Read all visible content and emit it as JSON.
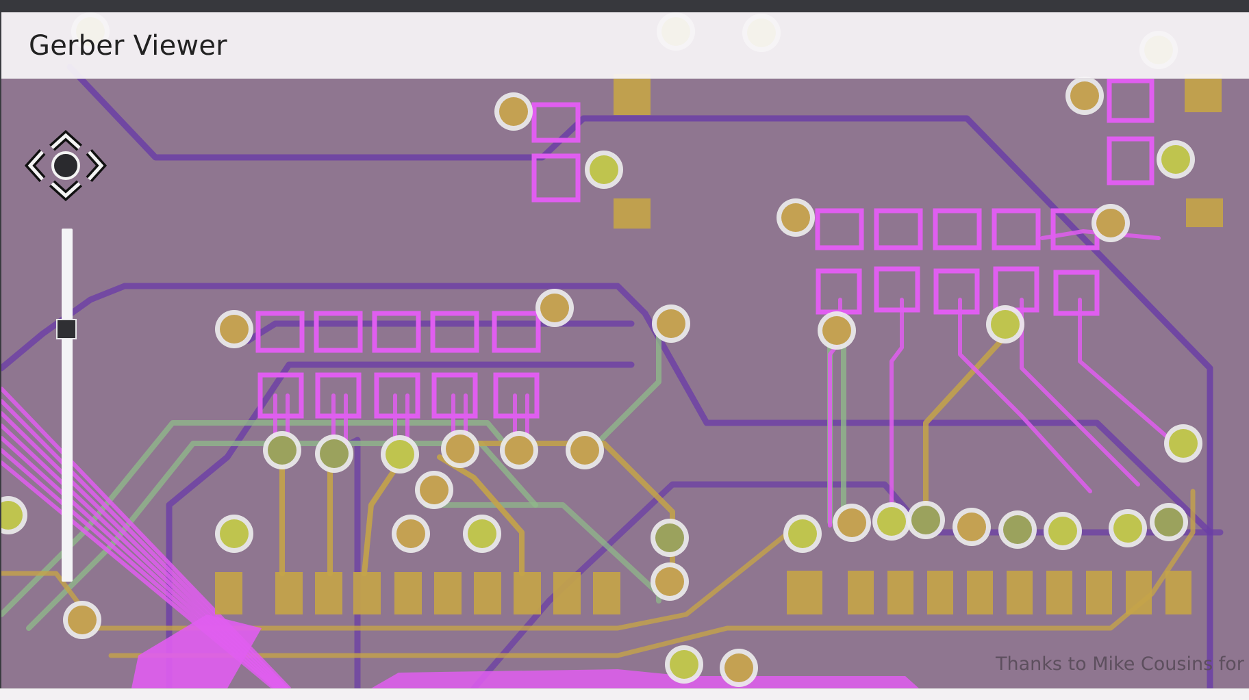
{
  "app": {
    "title": "Gerber Viewer"
  },
  "viewer": {
    "credit_text": "Thanks to Mike Cousins for h",
    "zoom_level": 0.75,
    "layer_colors": {
      "board": "#8f7690",
      "top_copper": "#e05ef0",
      "bottom_copper": "#6b3fa6",
      "inner_gold": "#c4a449",
      "inner_green": "#8fb889",
      "pad_ring": "#ececec"
    }
  },
  "controls": {
    "pan_icon": "four-way-pan-icon",
    "zoom_icon": "zoom-slider"
  }
}
